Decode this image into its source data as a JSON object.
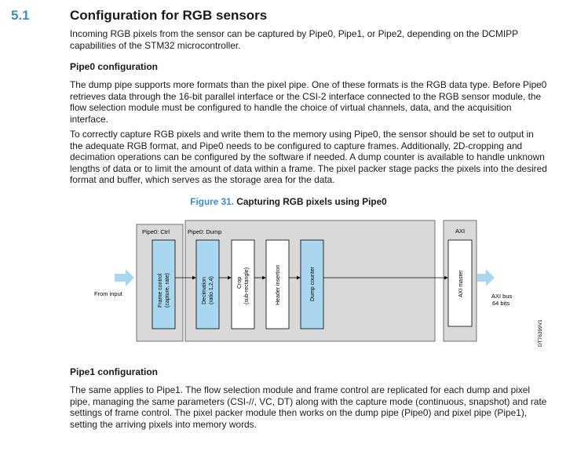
{
  "section": {
    "number": "5.1",
    "title": "Configuration for RGB sensors",
    "intro": "Incoming RGB pixels from the sensor can be captured by Pipe0, Pipe1, or Pipe2, depending on the DCMIPP capabilities of the STM32 microcontroller."
  },
  "pipe0": {
    "heading": "Pipe0 configuration",
    "para1": "The dump pipe supports more formats than the pixel pipe. One of these formats is the RGB data type. Before Pipe0 retrieves data through the 16-bit parallel interface or the CSI-2 interface connected to the RGB sensor module, the flow selection module must be configured to handle the choice of virtual channels, data, and the acquisition interface.",
    "para2": "To correctly capture RGB pixels and write them to the memory using Pipe0, the sensor should be set to output in the adequate RGB format, and Pipe0 needs to be configured to capture frames. Additionally, 2D-cropping and decimation operations can be configured by the software if needed. A dump counter is available to handle unknown lengths of data or to limit the amount of data within a frame. The pixel packer stage packs the pixels into the desired format and buffer, which serves as the storage area for the data."
  },
  "figure": {
    "number": "Figure 31.",
    "title": "Capturing RGB pixels using Pipe0",
    "groups": {
      "ctrl": "Pipe0: Ctrl",
      "dump": "Pipe0: Dump",
      "axi": "AXI"
    },
    "blocks": {
      "frame_control": [
        "Frame control",
        "(capture, rate)"
      ],
      "decimation": [
        "Decimation",
        "(ratio 1,2,4)"
      ],
      "crop": [
        "Crop",
        "(sub-rectangle)"
      ],
      "header": [
        "Header insertion"
      ],
      "dump_counter": [
        "Dump counter"
      ],
      "axi_master": [
        "AXI master"
      ]
    },
    "input_label": "From input",
    "output_label": [
      "AXI bus",
      "64 bits"
    ],
    "code": "DT76399V1",
    "colors": {
      "block_blue": "#a9d7ef",
      "group_gray": "#d9d9d9",
      "arrow_blue": "#a9d7ef",
      "accent": "#3a8fc3"
    }
  },
  "pipe1": {
    "heading": "Pipe1 configuration",
    "para": "The same applies to Pipe1. The flow selection module and frame control are replicated for each dump and pixel pipe, managing the same parameters (CSI-//, VC, DT) along with the capture mode (continuous, snapshot) and rate settings of frame control. The pixel packer module then works on the dump pipe (Pipe0) and pixel pipe (Pipe1), setting the arriving pixels into memory words."
  }
}
